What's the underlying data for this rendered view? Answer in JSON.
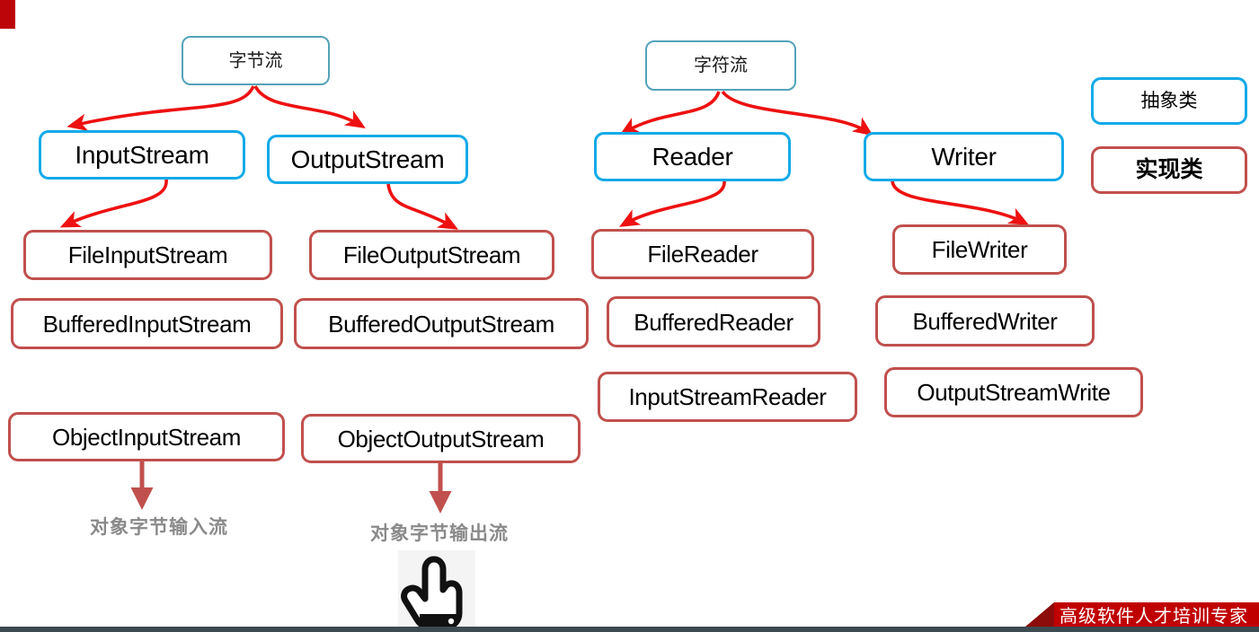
{
  "slide": {
    "title_marker_color": "#bb0509",
    "background": "#ffffff",
    "footer_bar_color": "#3c4a51"
  },
  "colors": {
    "abstract_border": "#13aae8",
    "parent_border": "#53a3b8",
    "impl_border": "#c0504d",
    "arrow_red": "#ee1111",
    "arrow_maroon": "#c0504d",
    "caption_gray": "#8a8a8a",
    "ribbon_red": "#c00000",
    "ribbon_tail": "#8c0b0b"
  },
  "nodes": {
    "byte_stream": "字节流",
    "char_stream": "字符流",
    "input_stream": "InputStream",
    "output_stream": "OutputStream",
    "reader": "Reader",
    "writer": "Writer",
    "file_input_stream": "FileInputStream",
    "file_output_stream": "FileOutputStream",
    "file_reader": "FileReader",
    "file_writer": "FileWriter",
    "buffered_input_stream": "BufferedInputStream",
    "buffered_output_stream": "BufferedOutputStream",
    "buffered_reader": "BufferedReader",
    "buffered_writer": "BufferedWriter",
    "input_stream_reader": "InputStreamReader",
    "output_stream_write": "OutputStreamWrite",
    "object_input_stream": "ObjectInputStream",
    "object_output_stream": "ObjectOutputStream"
  },
  "legend": {
    "abstract_label": "抽象类",
    "impl_label": "实现类"
  },
  "captions": {
    "object_input": "对象字节输入流",
    "object_output": "对象字节输出流"
  },
  "ribbon": {
    "text": "高级软件人才培训专家"
  },
  "cursor": {
    "icon": "pointing-hand-cursor"
  }
}
